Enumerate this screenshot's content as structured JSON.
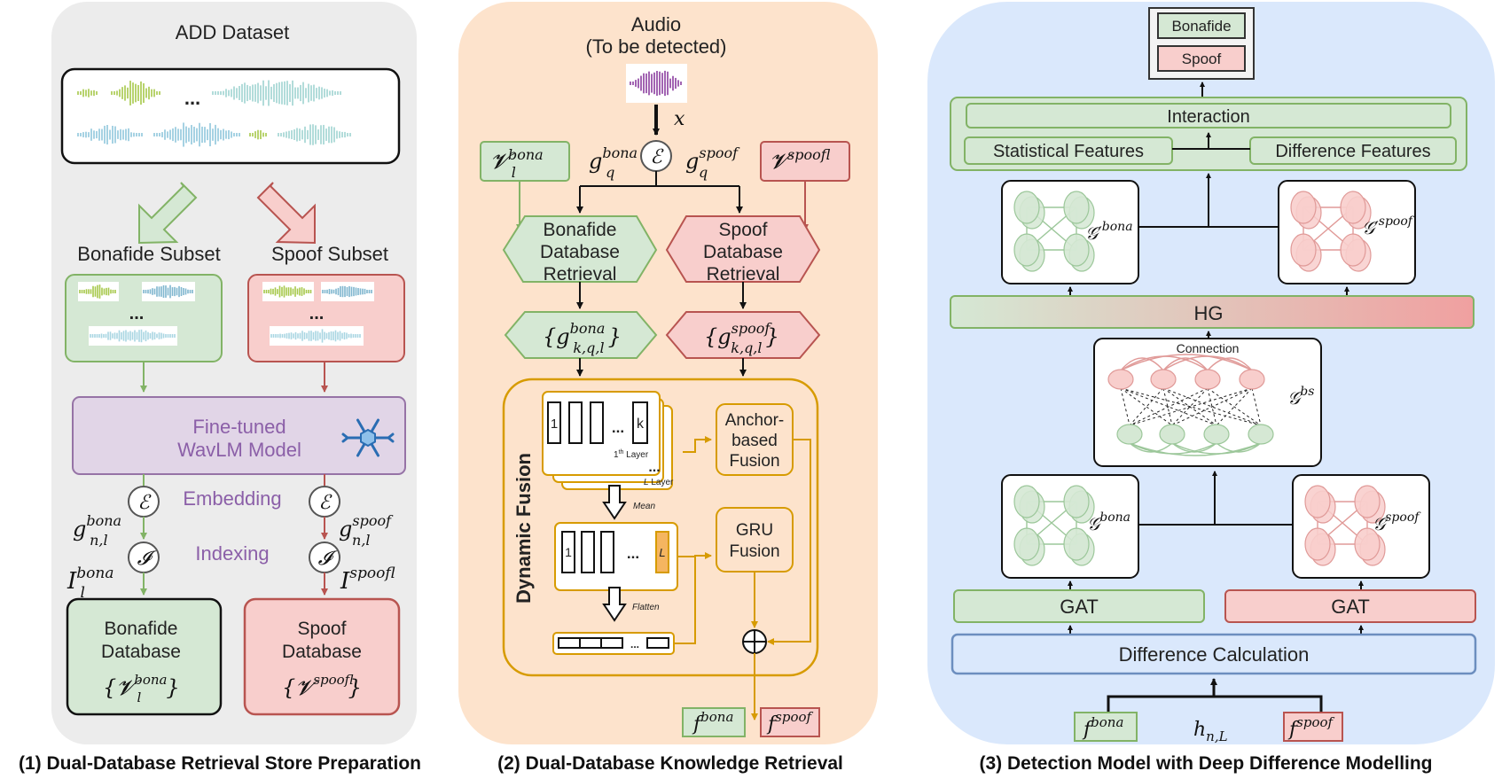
{
  "panel1": {
    "title": "ADD Dataset",
    "ellipsis": "...",
    "bonafide_subset": "Bonafide Subset",
    "spoof_subset": "Spoof Subset",
    "model": [
      "Fine-tuned",
      "WavLM Model"
    ],
    "embedding": "Embedding",
    "indexing": "Indexing",
    "encoder_symbol": "ℰ",
    "index_symbol": "𝓘",
    "g_bona": "g",
    "g_bona_sup": "bona",
    "g_sub": "n,l",
    "g_spoof": "g",
    "g_spoof_sup": "spoof",
    "i_bona": "I",
    "i_bona_sup": "bona",
    "i_sub": "l",
    "i_spoof_sup": "spoof",
    "bona_db": [
      "Bonafide",
      "Database"
    ],
    "spoof_db": [
      "Spoof",
      "Database"
    ],
    "bona_db_set": "{𝓥",
    "db_set_close": "}",
    "v_sub": "l",
    "caption": "(1) Dual-Database Retrieval Store Preparation"
  },
  "panel2": {
    "audio": "Audio",
    "to_detect": "(To be detected)",
    "x": "x",
    "v": "𝓥",
    "v_bona_sup": "bona",
    "v_spoof_sup": "spoof",
    "v_sub": "l",
    "gq": "g",
    "gq_sub": "q",
    "gq_bona_sup": "bona",
    "gq_spoof_sup": "spoof",
    "bona_retrieval": [
      "Bonafide",
      "Database",
      "Retrieval"
    ],
    "spoof_retrieval": [
      "Spoof",
      "Database",
      "Retrieval"
    ],
    "gk_open": "{g",
    "gk_sub": "k,q,l",
    "gk_close": "}",
    "gk_bona_sup": "bona",
    "gk_spoof_sup": "spoof",
    "dynamic_fusion": "Dynamic Fusion",
    "layer1": "1",
    "layerk": "k",
    "dots": "...",
    "first_layer": "1",
    "first_layer_sup": "th",
    "first_layer_word": " Layer",
    "l_layer": "L",
    "l_layer_word": " Layer",
    "mean": "Mean",
    "flatten": "Flatten",
    "mean_first": "1",
    "mean_last": "L",
    "anchor_fusion": [
      "Anchor-",
      "based",
      "Fusion"
    ],
    "gru_fusion": [
      "GRU",
      "Fusion"
    ],
    "f": "f",
    "f_bona_sup": "bona",
    "f_spoof_sup": "spoof",
    "caption": "(2) Dual-Database Knowledge Retrieval"
  },
  "panel3": {
    "out_bonafide": "Bonafide",
    "out_spoof": "Spoof",
    "interaction": "Interaction",
    "statistical": "Statistical Features",
    "difference": "Difference Features",
    "g_prime_bona": "𝒢′",
    "g_prime_bona_sup": "bona",
    "g_prime_spoof_sup": "spoof",
    "hg": "HG",
    "connection": "Connection",
    "g_bs": "𝒢",
    "g_bs_sup": "bs",
    "g_bona": "𝒢",
    "g_bona_sup": "bona",
    "g_spoof_sup": "spoof",
    "gat": "GAT",
    "diff_calc": "Difference Calculation",
    "f": "f",
    "f_bona_sup": "bona",
    "f_spoof_sup": "spoof",
    "h": "h",
    "h_sub": "n,L",
    "caption": "(3) Detection Model with Deep Difference Modelling"
  },
  "colors": {
    "panel1_bg": "#ececec",
    "panel2_bg": "#fde3cc",
    "panel3_bg": "#dae8fc",
    "green_fill": "#d5e8d4",
    "green_stroke": "#82b366",
    "red_fill": "#f8cecc",
    "red_stroke": "#b85450",
    "purple_fill": "#e1d5e7",
    "purple_stroke": "#9673a6",
    "orange_stroke": "#d79b00",
    "blue_stroke": "#6c8ebf"
  }
}
